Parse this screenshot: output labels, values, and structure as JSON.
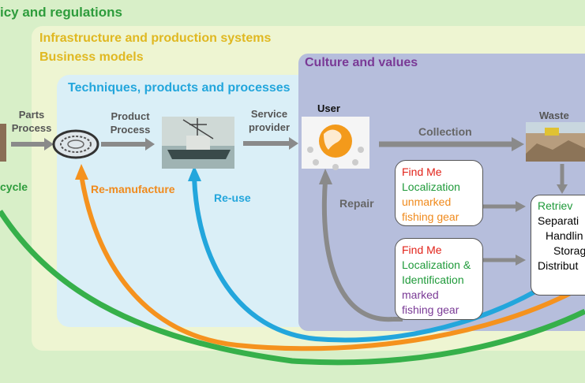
{
  "layers": {
    "policy": "icy and regulations",
    "infrastructure": "Infrastructure and production systems",
    "business": "Business models",
    "culture": "Culture and values",
    "techniques": "Techniques, products and processes"
  },
  "nodes": {
    "parts_process": "Parts\nProcess",
    "product_process": "Product\nProcess",
    "service_provider": "Service\nprovider",
    "user": "User",
    "waste": "Waste"
  },
  "flows": {
    "collection": "Collection",
    "repair": "Repair",
    "re_manufacture": "Re-manufacture",
    "re_use": "Re-use",
    "recycle": "cycle"
  },
  "find_me_1": {
    "title": "Find Me",
    "line1": "Localization",
    "line2": "unmarked",
    "line3": "fishing gear"
  },
  "find_me_2": {
    "title": "Find Me",
    "line1": "Localization &",
    "line2": "Identification",
    "line3": "marked",
    "line4": "fishing gear"
  },
  "retrieval": {
    "title": "Retriev",
    "items": [
      "Separati",
      "Handlin",
      "Storag",
      "Distribut"
    ]
  },
  "colors": {
    "policy": "#2e9c3c",
    "infrastructure": "#e0b821",
    "culture": "#7a3a96",
    "techniques": "#23a6dc",
    "re_manufacture": "#f08a1c",
    "arrow_gray": "#8a8a8a"
  }
}
